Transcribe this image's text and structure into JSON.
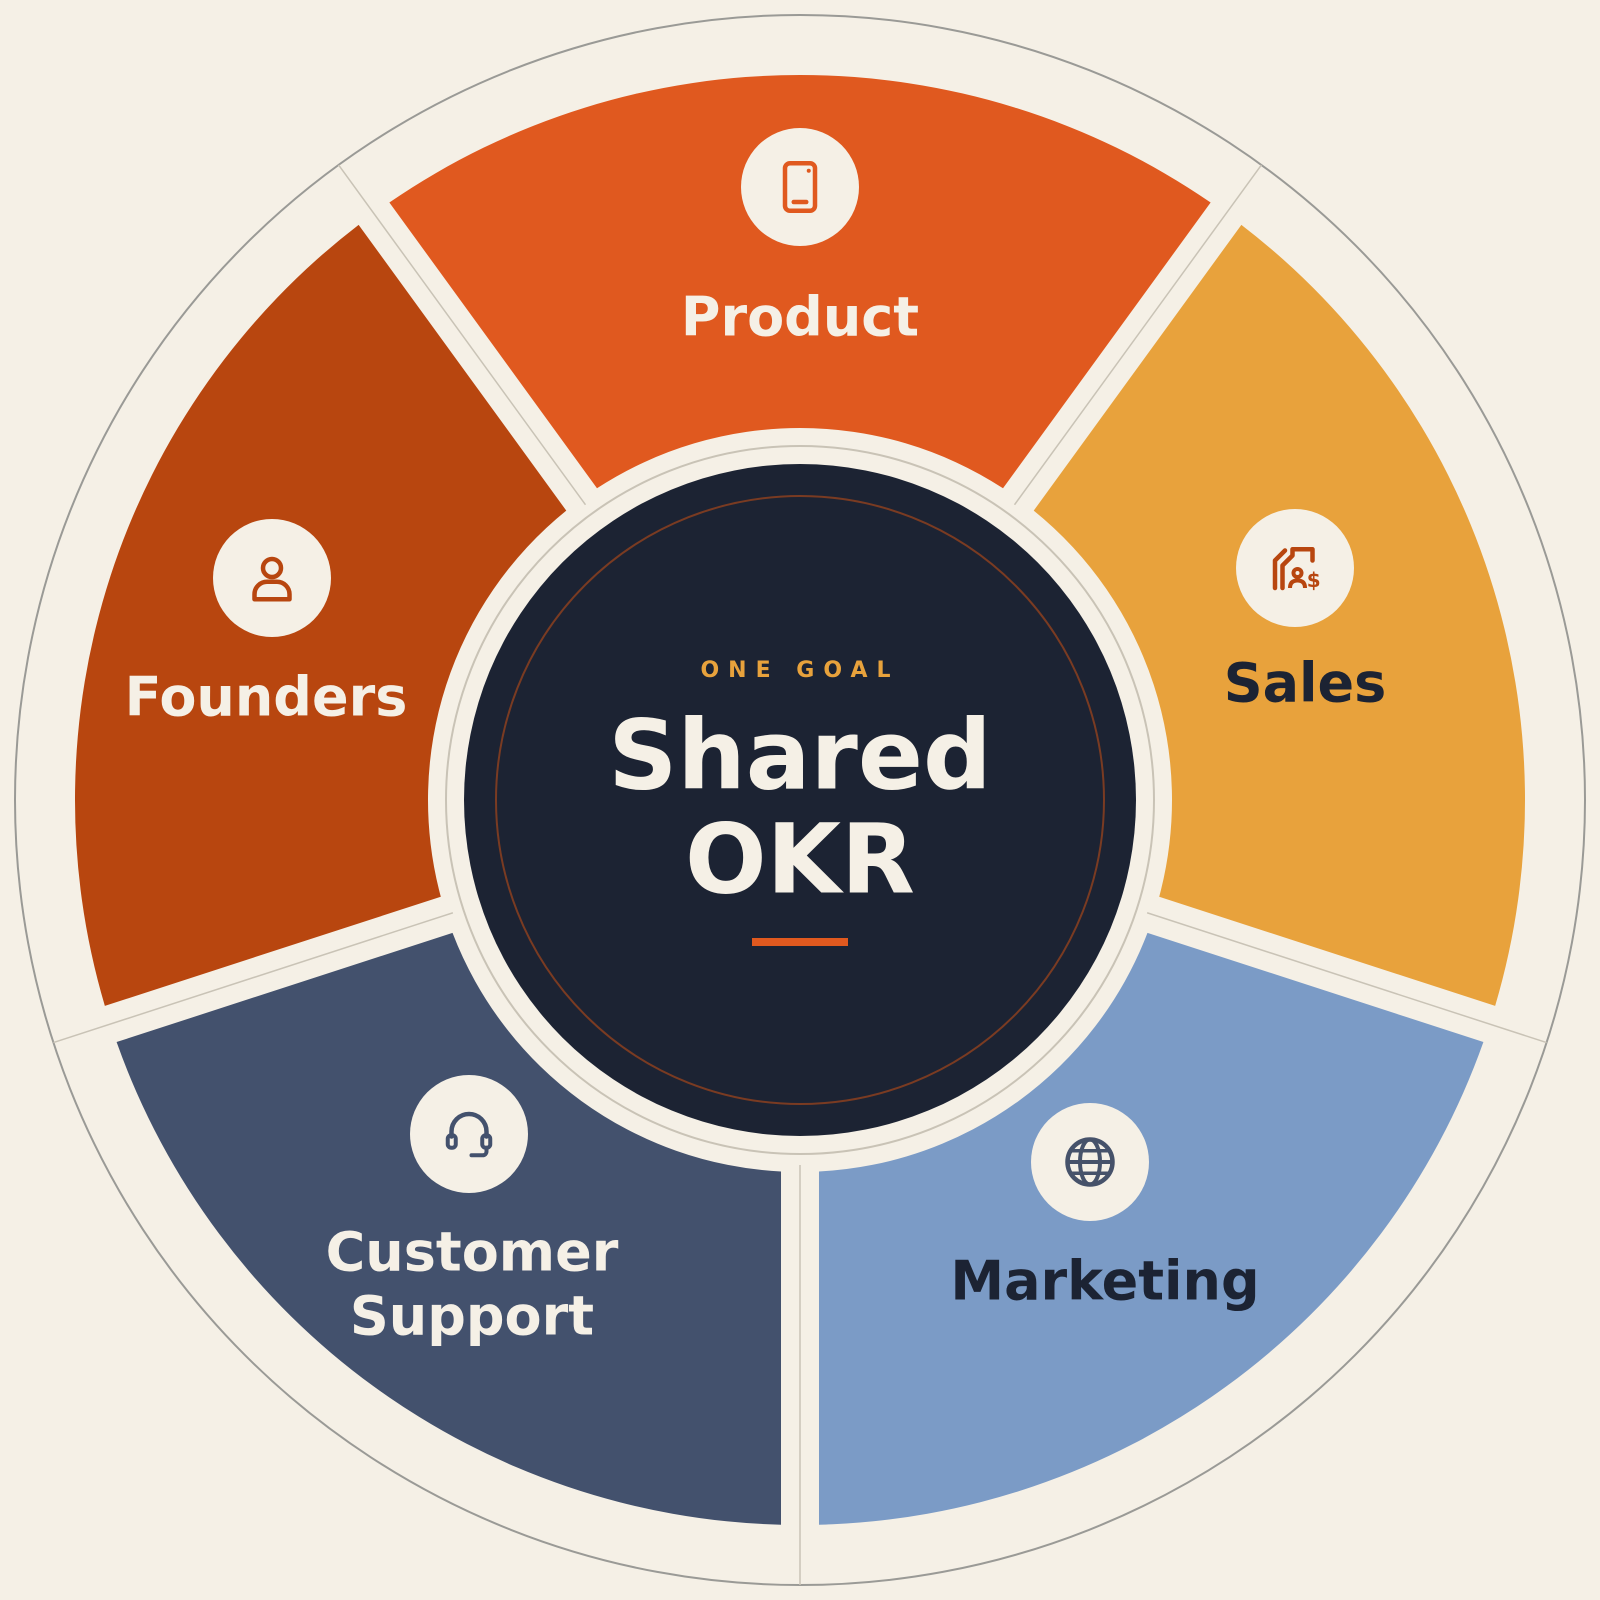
{
  "colors": {
    "background": "#f5f0e6",
    "center_fill": "#1c2333",
    "accent": "#e0591f",
    "eyebrow": "#e8a23c",
    "center_text": "#f5f0e6",
    "icon_disc": "#f5f0e6"
  },
  "center": {
    "eyebrow": "ONE GOAL",
    "title_line1": "Shared",
    "title_line2": "OKR"
  },
  "segments": [
    {
      "key": "product",
      "label_lines": [
        "Product"
      ],
      "icon": "tablet-icon",
      "fill": "#e0591f",
      "text_color": "#f5f0e6",
      "icon_color": "#e0591f"
    },
    {
      "key": "sales",
      "label_lines": [
        "Sales"
      ],
      "icon": "sales-pipeline-icon",
      "fill": "#e8a23c",
      "text_color": "#1c2333",
      "icon_color": "#b8460f"
    },
    {
      "key": "marketing",
      "label_lines": [
        "Marketing"
      ],
      "icon": "globe-icon",
      "fill": "#7b9bc6",
      "text_color": "#1c2333",
      "icon_color": "#46526a"
    },
    {
      "key": "customer-support",
      "label_lines": [
        "Customer",
        "Support"
      ],
      "icon": "headset-icon",
      "fill": "#43516d",
      "text_color": "#f5f0e6",
      "icon_color": "#43516d"
    },
    {
      "key": "founders",
      "label_lines": [
        "Founders"
      ],
      "icon": "user-icon",
      "fill": "#b8460f",
      "text_color": "#f5f0e6",
      "icon_color": "#b8460f"
    }
  ]
}
